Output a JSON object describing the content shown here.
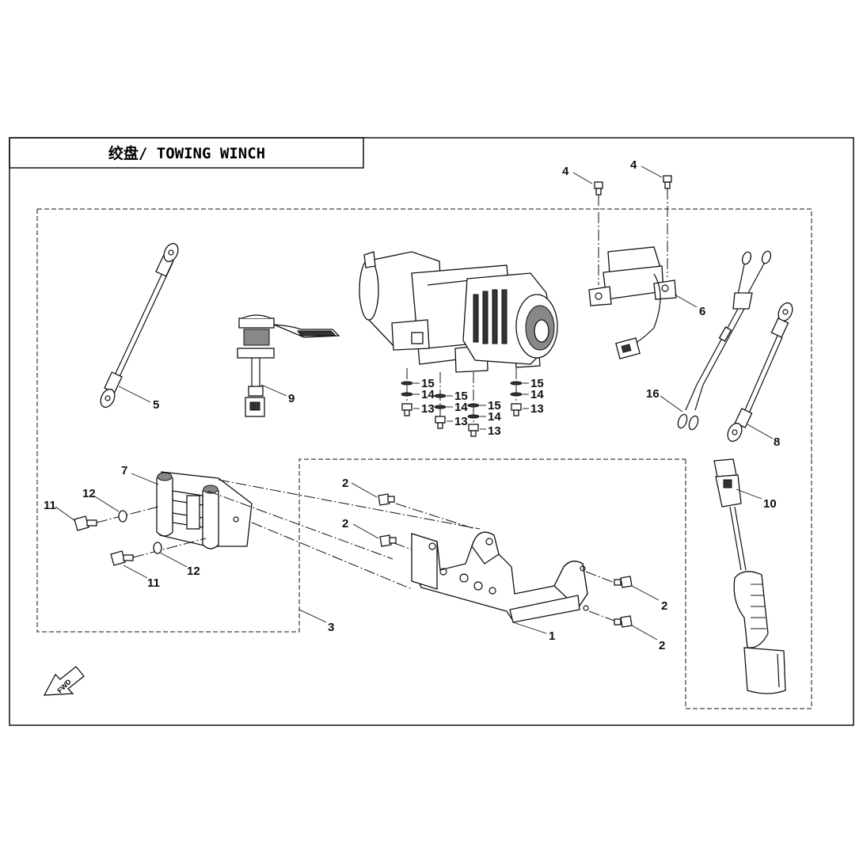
{
  "title": {
    "text": "绞盘/ TOWING WINCH"
  },
  "fwd_label": "FWD",
  "callouts": {
    "c1": "1",
    "c2a": "2",
    "c2b": "2",
    "c2c": "2",
    "c2d": "2",
    "c3": "3",
    "c4a": "4",
    "c4b": "4",
    "c5": "5",
    "c6": "6",
    "c7": "7",
    "c8": "8",
    "c9": "9",
    "c10": "10",
    "c11a": "11",
    "c11b": "11",
    "c12a": "12",
    "c12b": "12",
    "c13a": "13",
    "c13b": "13",
    "c13c": "13",
    "c13d": "13",
    "c14a": "14",
    "c14b": "14",
    "c14c": "14",
    "c14d": "14",
    "c15a": "15",
    "c15b": "15",
    "c15c": "15",
    "c15d": "15",
    "c16": "16"
  }
}
